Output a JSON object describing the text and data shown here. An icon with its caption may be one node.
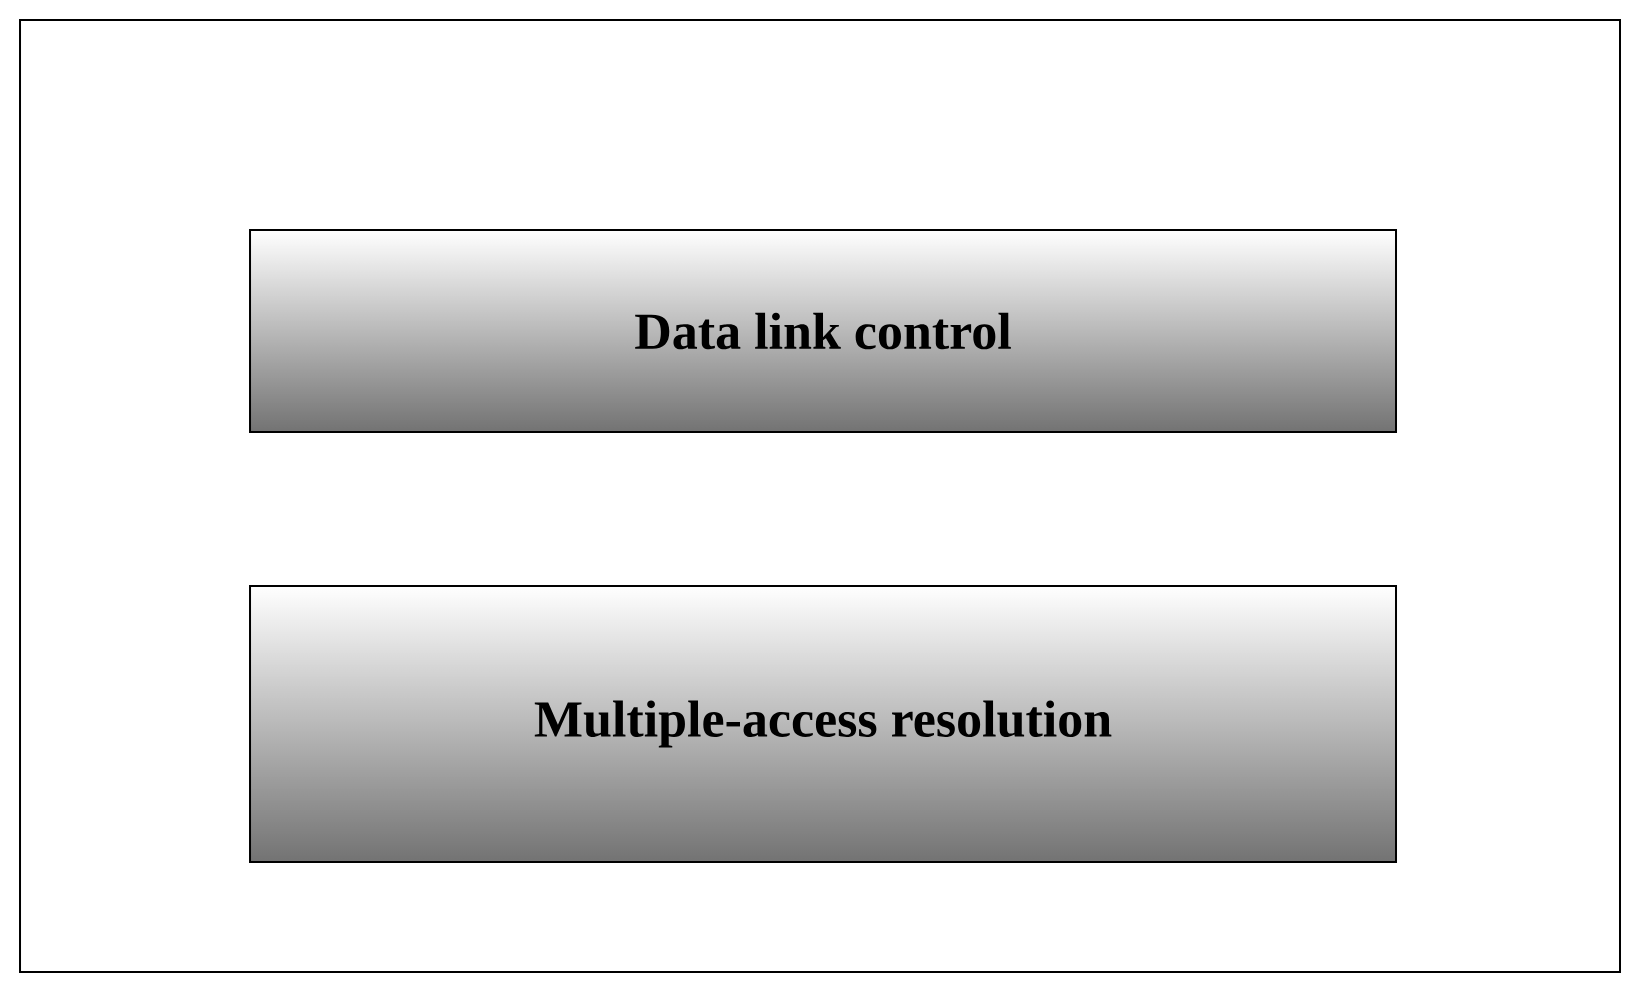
{
  "diagram": {
    "nodes": [
      {
        "text": [],
        "shape": "box"
      },
      {
        "text": [
          "Data link control"
        ],
        "in": 0
      },
      {
        "text": [
          "Multiple-access resolution"
        ],
        "in": 0
      }
    ]
  }
}
